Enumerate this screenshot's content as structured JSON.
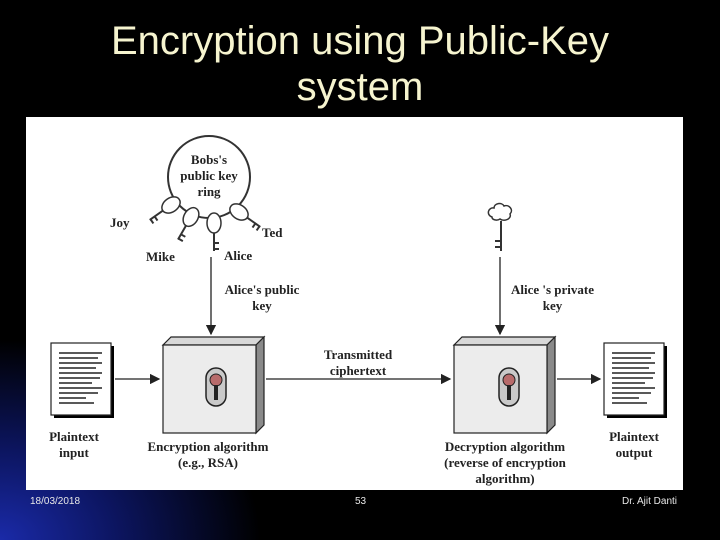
{
  "slide": {
    "title_line1": "Encryption using Public-Key",
    "title_line2": "system"
  },
  "diagram": {
    "key_ring_label_line1": "Bobs's",
    "key_ring_label_line2": "public key",
    "key_ring_label_line3": "ring",
    "joy": "Joy",
    "mike": "Mike",
    "alice": "Alice",
    "ted": "Ted",
    "alice_public_key_line1": "Alice's public",
    "alice_public_key_line2": "key",
    "alice_private_key_line1": "Alice 's private",
    "alice_private_key_line2": "key",
    "transmitted_line1": "Transmitted",
    "transmitted_line2": "ciphertext",
    "plaintext_input_line1": "Plaintext",
    "plaintext_input_line2": "input",
    "encryption_line1": "Encryption algorithm",
    "encryption_line2": "(e.g., RSA)",
    "decryption_line1": "Decryption algorithm",
    "decryption_line2": "(reverse of encryption",
    "decryption_line3": "algorithm)",
    "plaintext_output_line1": "Plaintext",
    "plaintext_output_line2": "output"
  },
  "footer": {
    "date": "18/03/2018",
    "page": "53",
    "author": "Dr. Ajit Danti"
  }
}
